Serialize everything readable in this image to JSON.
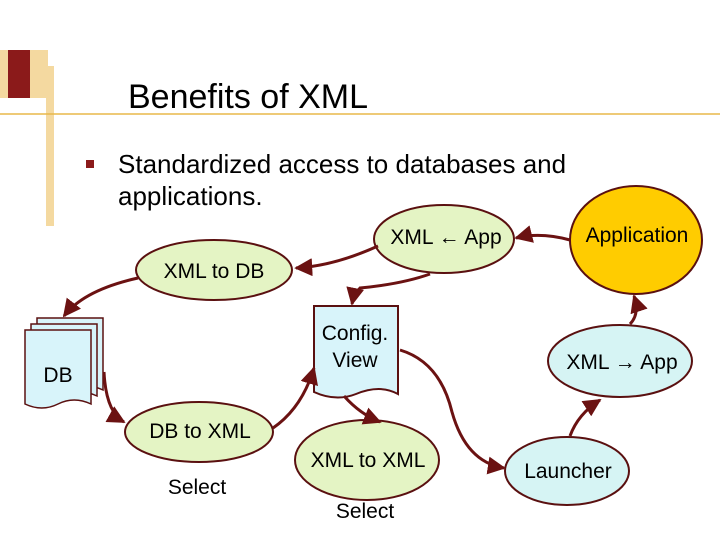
{
  "slide": {
    "title": "Benefits of XML",
    "bullet": "Standardized access to databases and applications."
  },
  "diagram": {
    "xml_from_app": "XML ← App",
    "application": "Application",
    "xml_to_db": "XML to DB",
    "config_view": [
      "Config.",
      "View"
    ],
    "db": "DB",
    "xml_to_app": "XML → App",
    "db_to_xml": "DB to XML",
    "select_left": "Select",
    "xml_to_xml": "XML to XML",
    "select_bottom": "Select",
    "launcher": "Launcher"
  },
  "colors": {
    "accent": "#8b1a1a",
    "deco_light": "#f4d9a0",
    "deco_line": "#e8b84a",
    "arrow": "#6b1212",
    "node_border": "#5a1010",
    "node_fill_green": "#e4f4c4",
    "node_fill_cyan": "#d6f4f4",
    "node_fill_yellow": "#ffcc00",
    "doc_fill": "#d8f4fa"
  }
}
